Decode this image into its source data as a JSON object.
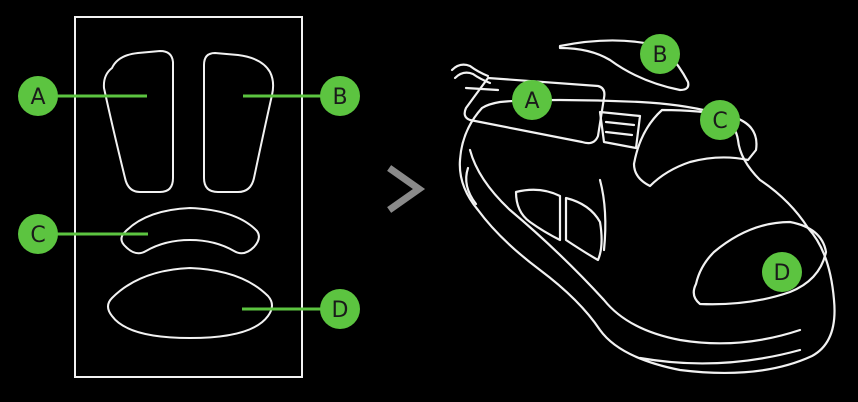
{
  "colors": {
    "background": "#000000",
    "outline": "#f2f2f2",
    "accent_green": "#5cc440",
    "arrow_gray": "#8a8a8a",
    "label_text": "#1a1a1a"
  },
  "left_panel": {
    "callouts": [
      {
        "id": "A",
        "label": "A"
      },
      {
        "id": "B",
        "label": "B"
      },
      {
        "id": "C",
        "label": "C"
      },
      {
        "id": "D",
        "label": "D"
      }
    ]
  },
  "arrow": {
    "icon": "chevron-right-icon",
    "glyph": ">"
  },
  "right_panel": {
    "callouts": [
      {
        "id": "A",
        "label": "A"
      },
      {
        "id": "B",
        "label": "B"
      },
      {
        "id": "C",
        "label": "C"
      },
      {
        "id": "D",
        "label": "D"
      }
    ]
  }
}
